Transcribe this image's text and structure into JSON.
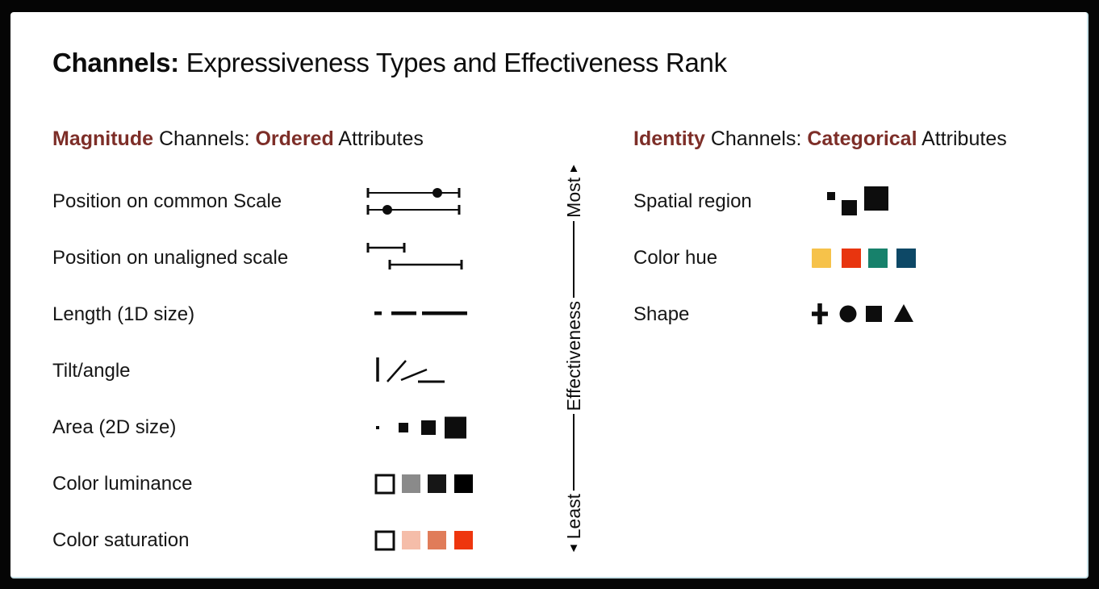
{
  "title": {
    "prefix": "Channels:",
    "rest": " Expressiveness Types and Effectiveness Rank"
  },
  "left_column": {
    "heading": {
      "em1": "Magnitude",
      "mid": " Channels: ",
      "em2": "Ordered",
      "tail": " Attributes"
    },
    "rows": [
      {
        "label": "Position on common Scale",
        "icon": "position-common-scale-icon"
      },
      {
        "label": "Position on unaligned scale",
        "icon": "position-unaligned-scale-icon"
      },
      {
        "label": "Length (1D size)",
        "icon": "length-bars-icon"
      },
      {
        "label": "Tilt/angle",
        "icon": "tilt-angle-lines-icon"
      },
      {
        "label": "Area (2D size)",
        "icon": "area-squares-icon"
      },
      {
        "label": "Color luminance",
        "icon": "luminance-swatches-icon",
        "colors": [
          "#ffffff",
          "#8a8a8a",
          "#161616",
          "#000000"
        ]
      },
      {
        "label": "Color saturation",
        "icon": "saturation-swatches-icon",
        "colors": [
          "#ffffff",
          "#f5bda9",
          "#e07c59",
          "#ee360e"
        ]
      }
    ]
  },
  "right_column": {
    "heading": {
      "em1": "Identity",
      "mid": " Channels: ",
      "em2": "Categorical",
      "tail": " Attributes"
    },
    "rows": [
      {
        "label": "Spatial region",
        "icon": "spatial-region-squares-icon"
      },
      {
        "label": "Color hue",
        "icon": "hue-swatches-icon",
        "colors": [
          "#f6c24a",
          "#e8350f",
          "#17816b",
          "#0d4866"
        ]
      },
      {
        "label": "Shape",
        "icon": "shape-glyphs-icon"
      }
    ]
  },
  "axis": {
    "top_label": "Most",
    "mid_label": "Effectiveness",
    "bottom_label": "Least",
    "up_glyph": "▲",
    "down_glyph": "▼"
  },
  "colors": {
    "emphasis_maroon": "#7d2e28",
    "ink": "#0d0d0d",
    "panel_bg": "#ffffff",
    "frame_bg": "#050505"
  }
}
